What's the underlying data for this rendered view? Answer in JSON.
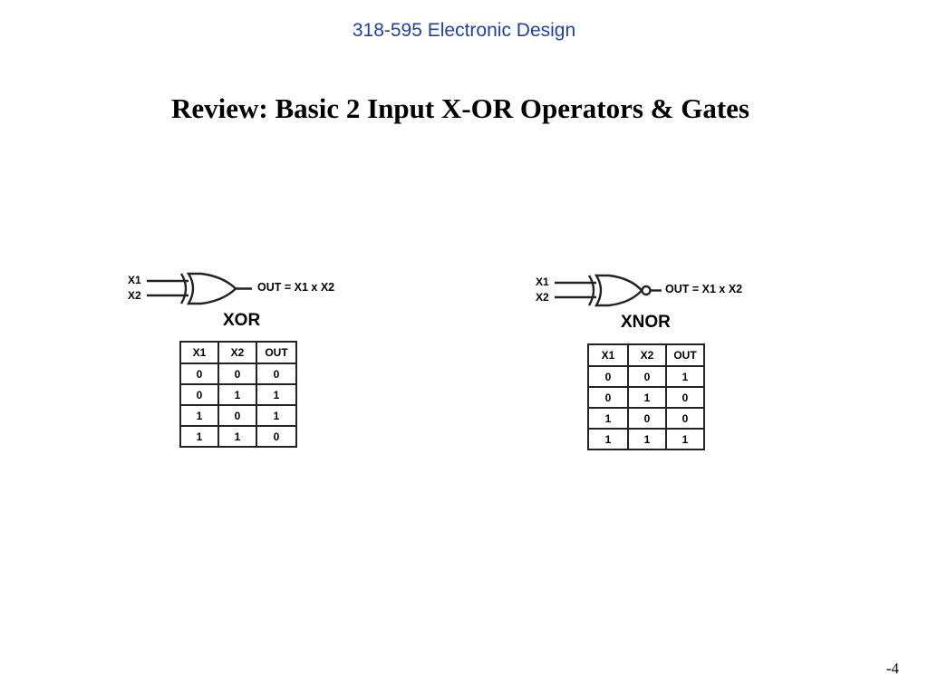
{
  "header": {
    "course": "318-595 Electronic Design"
  },
  "slide": {
    "title": "Review:  Basic 2 Input X-OR Operators & Gates",
    "page_number": "-4"
  },
  "gates": {
    "xor": {
      "name": "XOR",
      "input1": "X1",
      "input2": "X2",
      "output_expr": "OUT = X1 x X2",
      "table": {
        "headers": [
          "X1",
          "X2",
          "OUT"
        ],
        "rows": [
          [
            "0",
            "0",
            "0"
          ],
          [
            "0",
            "1",
            "1"
          ],
          [
            "1",
            "0",
            "1"
          ],
          [
            "1",
            "1",
            "0"
          ]
        ]
      }
    },
    "xnor": {
      "name": "XNOR",
      "input1": "X1",
      "input2": "X2",
      "output_expr": "OUT = X1 x X2",
      "table": {
        "headers": [
          "X1",
          "X2",
          "OUT"
        ],
        "rows": [
          [
            "0",
            "0",
            "1"
          ],
          [
            "0",
            "1",
            "0"
          ],
          [
            "1",
            "0",
            "0"
          ],
          [
            "1",
            "1",
            "1"
          ]
        ]
      }
    }
  }
}
